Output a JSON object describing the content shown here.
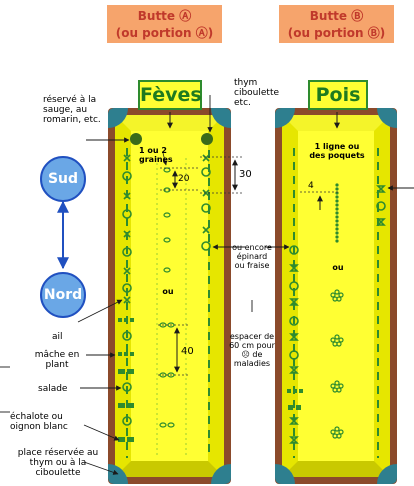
{
  "headers": {
    "butte_a": {
      "line1": "Butte Ⓐ",
      "line2": "(ou portion Ⓐ)"
    },
    "butte_b": {
      "line1": "Butte Ⓑ",
      "line2": "(ou portion Ⓑ)"
    }
  },
  "beds": {
    "left_title": "Fèves",
    "right_title": "Pois"
  },
  "orientation": {
    "south": "Sud",
    "north": "Nord"
  },
  "left_labels": {
    "reserved_herbs": "réservé à la sauge, au romarin, etc.",
    "ail": "ail",
    "mache": "mâche en plant",
    "salade": "salade",
    "echalote": "échalote ou oignon blanc",
    "place_thym": "place réservée au thym ou à la ciboulette"
  },
  "top_labels": {
    "thym": "thym ciboulette etc."
  },
  "bed_notes": {
    "one_or_two": "1 ou 2 graines",
    "one_line": "1 ligne ou des poquets",
    "ou_left": "ou",
    "ou_right": "ou",
    "ou_middle": "ou encore épinard ou fraise",
    "spacing": "espacer de 60 cm pour ☹ de maladies"
  },
  "dimensions": {
    "d20": "20",
    "d30": "30",
    "d40": "40",
    "d4": "4"
  },
  "colors": {
    "bed_border": "#8b4a2b",
    "bed_fill": "#ffff33",
    "bed_inner": "#e6e600",
    "corner": "#2e7f8f",
    "plant": "#2e8b2e",
    "header_bg": "#f6a46c"
  }
}
